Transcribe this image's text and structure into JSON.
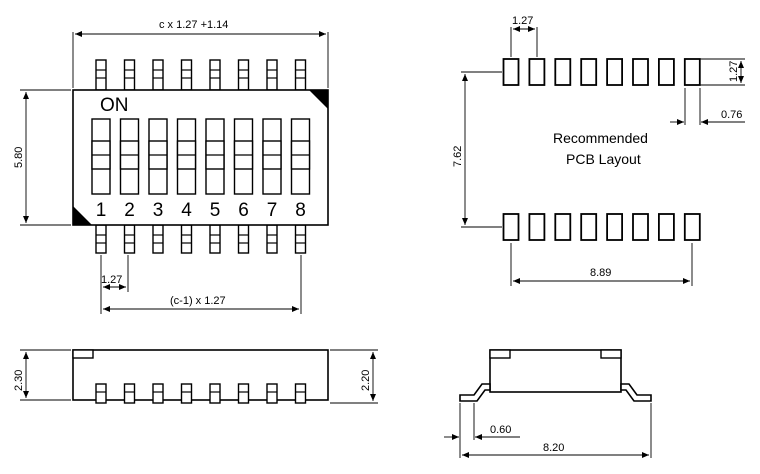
{
  "top_view": {
    "overall_width_label": "c x 1.27 +1.14",
    "height_label": "5.80",
    "on_label": "ON",
    "switch_numbers": [
      "1",
      "2",
      "3",
      "4",
      "5",
      "6",
      "7",
      "8"
    ],
    "pitch_label": "1.27",
    "span_label": "(c-1) x 1.27"
  },
  "pcb_layout": {
    "title_line1": "Recommended",
    "title_line2": "PCB Layout",
    "pad_pitch_label": "1.27",
    "pad_height_label": "1.27",
    "pad_width_label": "0.76",
    "row_spacing_label": "7.62",
    "row_span_label": "8.89",
    "pads_per_row": 8
  },
  "side_view": {
    "left_height_label": "2.30",
    "right_height_label": "2.20",
    "pins": 8
  },
  "end_view": {
    "lead_label": "0.60",
    "total_width_label": "8.20"
  }
}
